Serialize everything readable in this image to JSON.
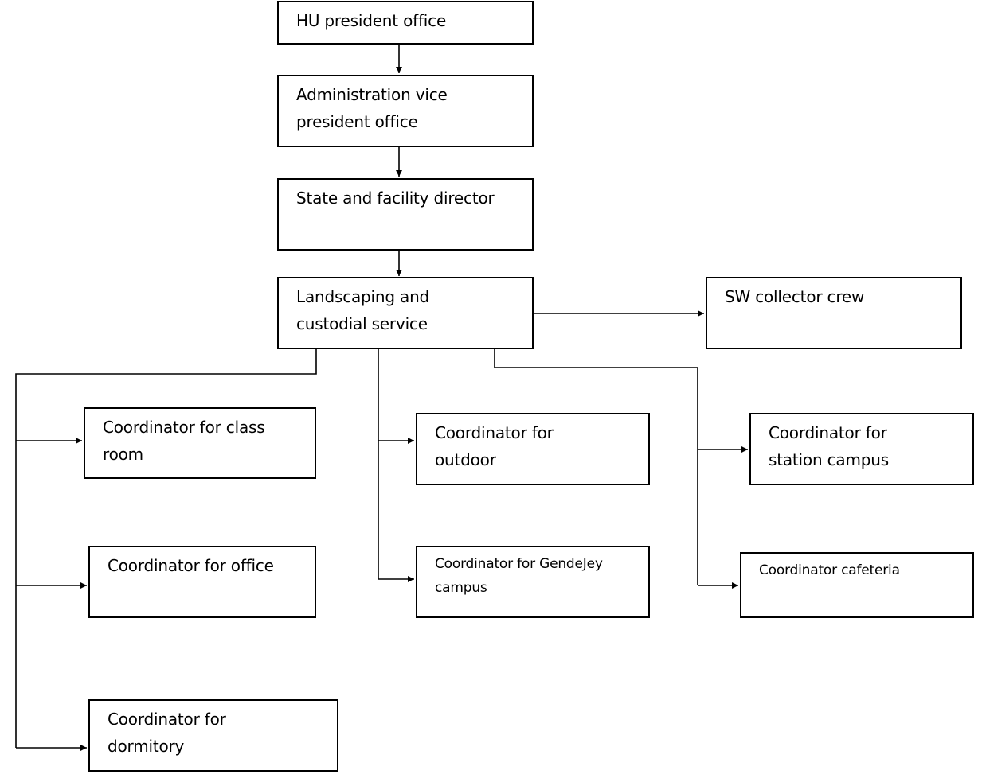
{
  "org_chart": {
    "president": "HU president office",
    "admin_vp": "Administration vice president office",
    "facility_director": "State and facility director",
    "landscaping": "Landscaping and custodial service",
    "sw_crew": "SW collector crew",
    "coord_classroom": "Coordinator for class room",
    "coord_office": "Coordinator for office",
    "coord_dormitory": "Coordinator for dormitory",
    "coord_outdoor": "Coordinator for outdoor",
    "coord_gendejey": "Coordinator for GendeJey campus",
    "coord_station": "Coordinator for station campus",
    "coord_cafeteria": "Coordinator cafeteria"
  }
}
